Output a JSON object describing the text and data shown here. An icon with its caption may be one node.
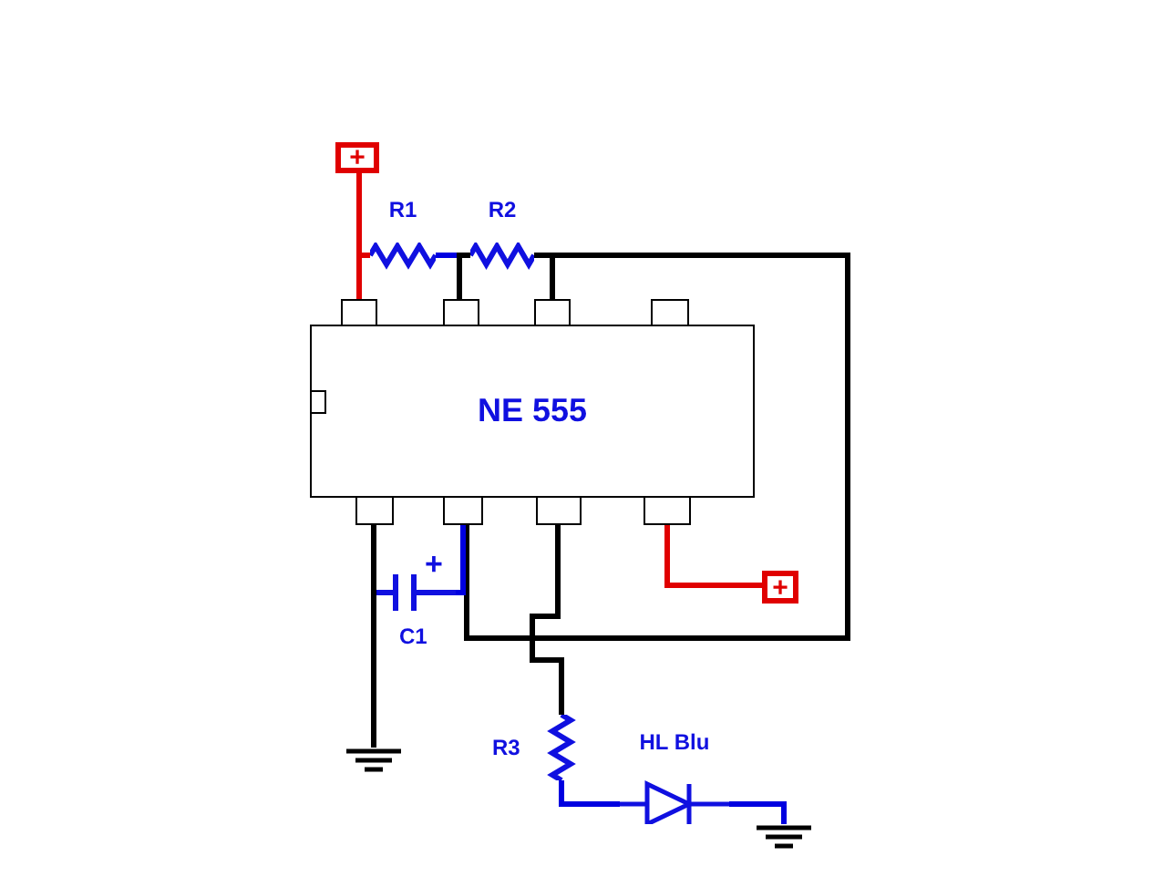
{
  "diagram": {
    "nodes": [
      {
        "text": [
          "NE 555"
        ]
      },
      {
        "text": [],
        "shape": "box"
      },
      {
        "text": [],
        "shape": "box"
      },
      {
        "text": [],
        "shape": "box"
      },
      {
        "text": [],
        "shape": "box"
      },
      {
        "text": [],
        "shape": "box"
      },
      {
        "text": [],
        "shape": "box"
      },
      {
        "text": [],
        "shape": "box"
      },
      {
        "text": [],
        "shape": "box"
      },
      {
        "text": [
          "+"
        ]
      },
      {
        "text": [
          "+"
        ]
      },
      {
        "text": [
          "R1"
        ]
      },
      {
        "text": [
          "R2"
        ]
      },
      {
        "text": [
          "C1"
        ]
      },
      {
        "text": [
          "R3"
        ]
      },
      {
        "text": [
          "HL Blu"
        ]
      },
      {
        "text": [],
        "shape": "ground"
      },
      {
        "text": [],
        "shape": "ground"
      }
    ],
    "edges": [
      {
        "from": 9,
        "to": 1,
        "arrow": "none",
        "color": "#e00000"
      },
      {
        "from": 9,
        "to": 11,
        "arrow": "none",
        "color": "#e00000"
      },
      {
        "from": 11,
        "to": 12,
        "arrow": "none",
        "color": "#0000e0"
      },
      {
        "from": 12,
        "to": 2,
        "arrow": "none",
        "color": "#000000"
      },
      {
        "from": 12,
        "to": 3,
        "arrow": "none",
        "color": "#000000"
      },
      {
        "from": 12,
        "to": 6,
        "arrow": "none",
        "color": "#000000"
      },
      {
        "from": 6,
        "to": 13,
        "arrow": "none",
        "color": "#0000e0"
      },
      {
        "from": 5,
        "to": 13,
        "arrow": "none",
        "color": "#0000e0"
      },
      {
        "from": 5,
        "to": 16,
        "arrow": "none",
        "color": "#000000"
      },
      {
        "from": 7,
        "to": 14,
        "arrow": "none",
        "color": "#000000"
      },
      {
        "from": 14,
        "to": 15,
        "arrow": "none",
        "color": "#0000e0"
      },
      {
        "from": 15,
        "to": 17,
        "arrow": "none",
        "color": "#0000e0"
      },
      {
        "from": 8,
        "to": 10,
        "arrow": "none",
        "color": "#e00000"
      }
    ],
    "labels": [
      "+"
    ]
  }
}
